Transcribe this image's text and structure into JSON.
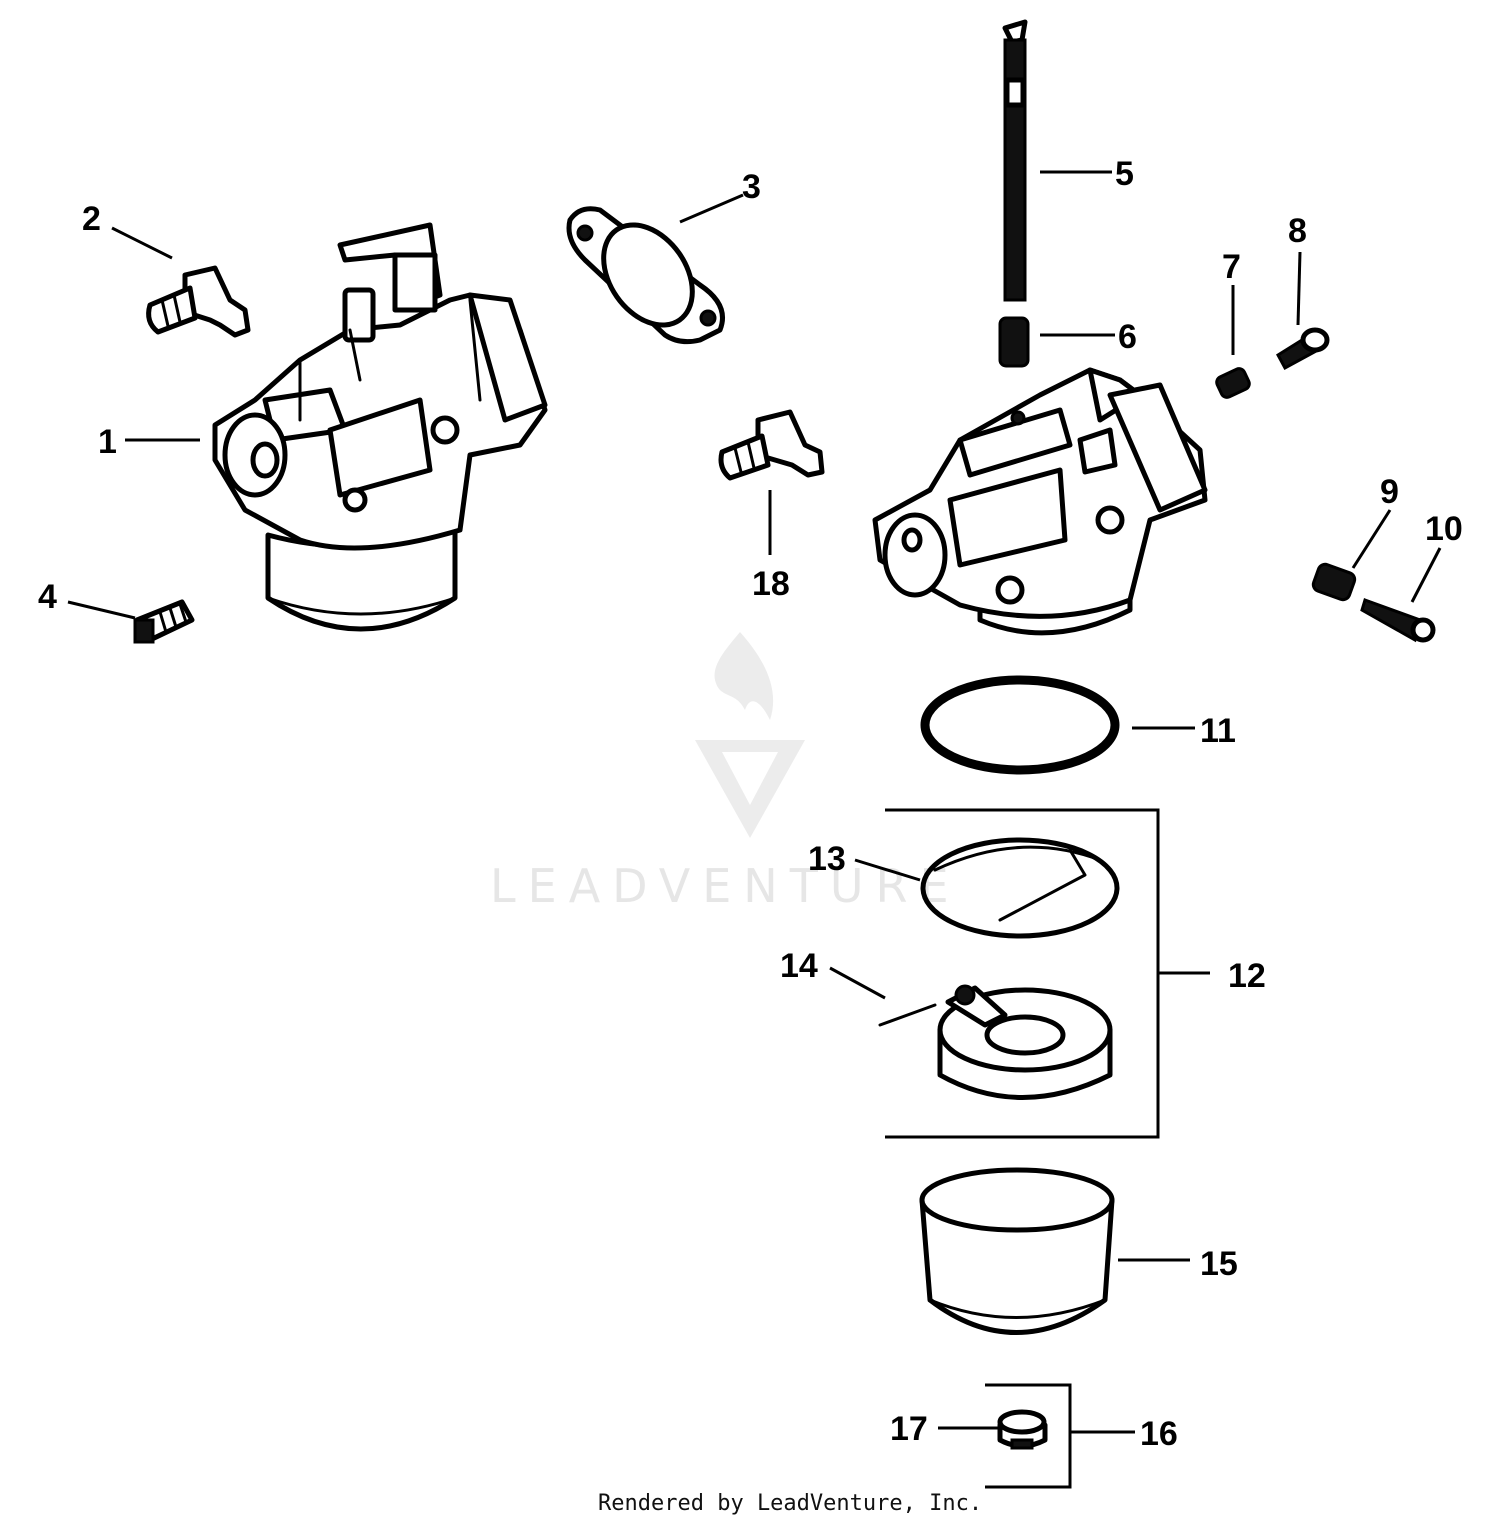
{
  "diagram": {
    "callouts": [
      "1",
      "2",
      "3",
      "4",
      "5",
      "6",
      "7",
      "8",
      "9",
      "10",
      "11",
      "12",
      "13",
      "14",
      "15",
      "16",
      "17",
      "18"
    ],
    "watermark_text": "LEADVENTURE",
    "credit": "Rendered by LeadVenture, Inc.",
    "colors": {
      "ink": "#000000",
      "background": "#ffffff",
      "watermark": "#e6e6e6"
    }
  }
}
